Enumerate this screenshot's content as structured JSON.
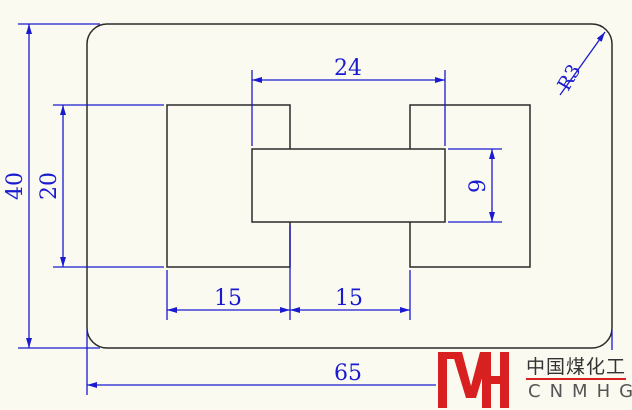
{
  "dimensions": {
    "overall_width": "65",
    "overall_height": "40",
    "pocket_height": "20",
    "slot_width": "24",
    "slot_height": "9",
    "left_block_width": "15",
    "gap_width": "15",
    "corner_radius": "R3"
  },
  "logo": {
    "mark": "MH",
    "chinese": "中国煤化工",
    "english": "CNMHG"
  },
  "colors": {
    "part_line": "#2a2a2a",
    "dimension": "#1a1ad0",
    "logo_red": "#d82020"
  }
}
